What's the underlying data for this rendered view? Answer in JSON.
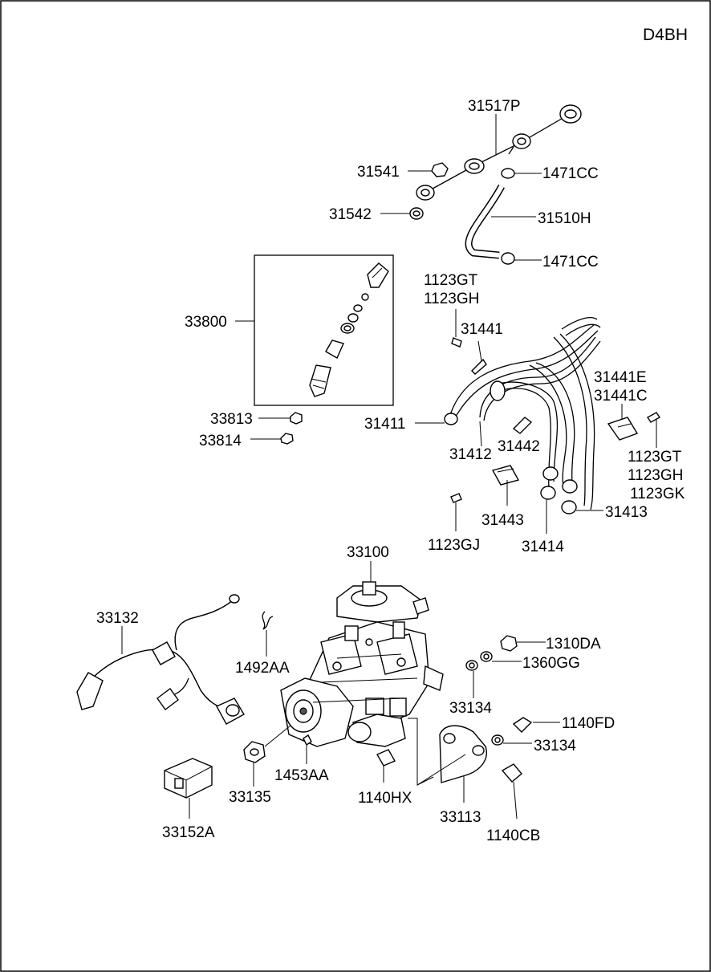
{
  "engine_code": "D4BH",
  "labels": {
    "p31517P": "31517P",
    "p31541": "31541",
    "p1471CC_a": "1471CC",
    "p31542": "31542",
    "p31510H": "31510H",
    "p1471CC_b": "1471CC",
    "p33800": "33800",
    "p1123GT_a": "1123GT",
    "p1123GH_a": "1123GH",
    "p31441": "31441",
    "p31441E": "31441E",
    "p31441C": "31441C",
    "p33813": "33813",
    "p33814": "33814",
    "p31411": "31411",
    "p31412": "31412",
    "p31442": "31442",
    "p1123GT_b": "1123GT",
    "p1123GH_b": "1123GH",
    "p1123GK": "1123GK",
    "p31443": "31443",
    "p31413": "31413",
    "p1123GJ": "1123GJ",
    "p31414": "31414",
    "p33100": "33100",
    "p33132": "33132",
    "p1310DA": "1310DA",
    "p1492AA": "1492AA",
    "p1360GG": "1360GG",
    "p33134_a": "33134",
    "p1140FD": "1140FD",
    "p33134_b": "33134",
    "p1453AA": "1453AA",
    "p33135": "33135",
    "p1140HX": "1140HX",
    "p33113": "33113",
    "p1140CB": "1140CB",
    "p33152A": "33152A"
  }
}
